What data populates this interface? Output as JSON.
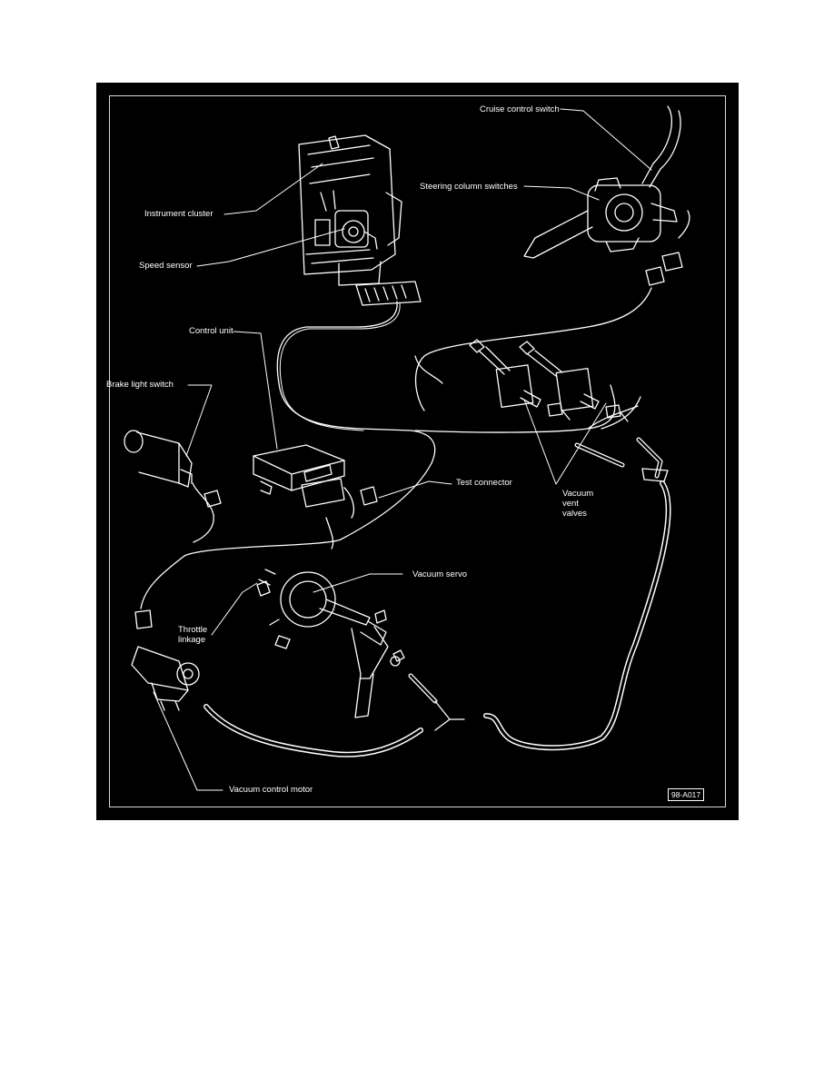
{
  "labels": {
    "cruise_control_switch": "Cruise control switch",
    "steering_column_switches": "Steering column switches",
    "instrument_cluster": "Instrument cluster",
    "speed_sensor": "Speed sensor",
    "control_unit": "Control unit",
    "brake_light_switch": "Brake light switch",
    "test_connector": "Test connector",
    "vacuum_vent_valves": "Vacuum\nvent\nvalves",
    "vacuum_servo": "Vacuum servo",
    "throttle_linkage": "Throttle\nlinkage",
    "vacuum_control_motor": "Vacuum control motor"
  },
  "figure_code": "98-A017",
  "colors": {
    "background": "#000000",
    "line_art": "#ffffff",
    "page": "#ffffff"
  }
}
